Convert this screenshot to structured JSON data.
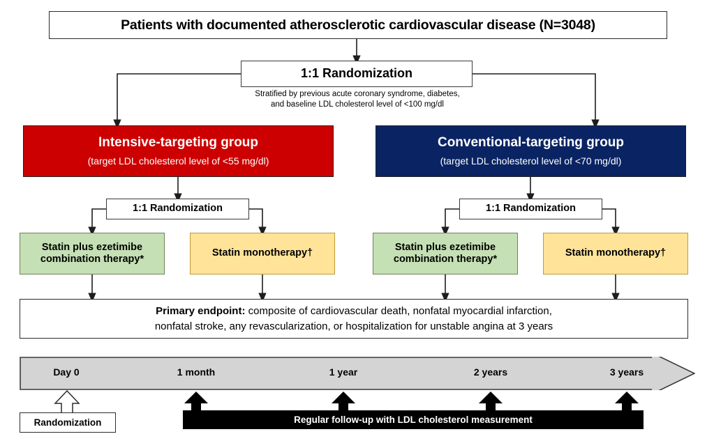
{
  "title": {
    "text": "Patients with documented atherosclerotic cardiovascular disease (N=3048)"
  },
  "randomization_top": {
    "label": "1:1 Randomization",
    "stratification_line1": "Stratified by previous acute coronary syndrome, diabetes,",
    "stratification_line2": "and baseline LDL cholesterol level of <100 mg/dl"
  },
  "groups": [
    {
      "name": "intensive",
      "title": "Intensive-targeting group",
      "subtitle": "(target LDL cholesterol level of <55 mg/dl)",
      "color": "#cc0000"
    },
    {
      "name": "conventional",
      "title": "Conventional-targeting group",
      "subtitle": "(target LDL cholesterol level of <70 mg/dl)",
      "color": "#0a2463"
    }
  ],
  "randomization_sub": {
    "left_label": "1:1 Randomization",
    "right_label": "1:1 Randomization"
  },
  "therapies": [
    {
      "line1": "Statin plus ezetimibe",
      "line2": "combination therapy*",
      "color": "#c5e0b4"
    },
    {
      "line1": "Statin monotherapy†",
      "line2": "",
      "color": "#ffe399"
    },
    {
      "line1": "Statin plus ezetimibe",
      "line2": "combination therapy*",
      "color": "#c5e0b4"
    },
    {
      "line1": "Statin monotherapy†",
      "line2": "",
      "color": "#ffe399"
    }
  ],
  "endpoint": {
    "label": "Primary endpoint:",
    "line1_rest": " composite of cardiovascular death, nonfatal myocardial infarction,",
    "line2": "nonfatal stroke, any revascularization, or hospitalization for unstable angina at 3 years"
  },
  "timeline": {
    "labels": [
      "Day 0",
      "1 month",
      "1 year",
      "2 years",
      "3 years"
    ],
    "bar_color": "#d4d4d4"
  },
  "followup": {
    "text": "Regular follow-up with LDL cholesterol measurement"
  },
  "randomization_tag": {
    "label": "Randomization"
  }
}
